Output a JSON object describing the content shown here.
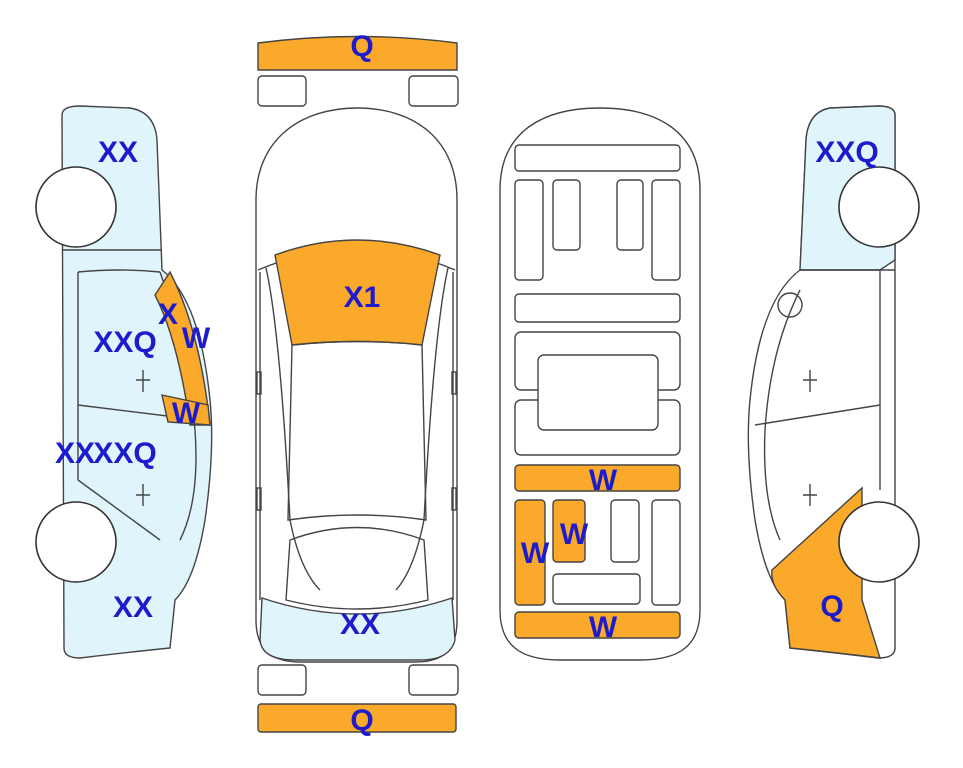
{
  "colors": {
    "damage_orange": "#fba92b",
    "light_blue": "#e0f4fb",
    "label_blue": "#1c1ccc",
    "outline": "#444444"
  },
  "labels": {
    "front_bumper": "Q",
    "roof": "X1",
    "rear_panel": "XX",
    "rear_bumper": "Q",
    "left_front_fender": "XX",
    "left_front_door": "XXQ",
    "left_front_window": "X",
    "left_front_glass": "W",
    "left_rear_glass": "W",
    "left_rear_door": "XXQ",
    "left_rear_door_edge": "XX",
    "left_rear_quarter": "XX",
    "right_front_fender": "XXQ",
    "right_rear_quarter": "Q",
    "floor_cross_member": "W",
    "floor_left_rail": "W",
    "floor_center_rail": "W",
    "floor_rear_member": "W"
  }
}
